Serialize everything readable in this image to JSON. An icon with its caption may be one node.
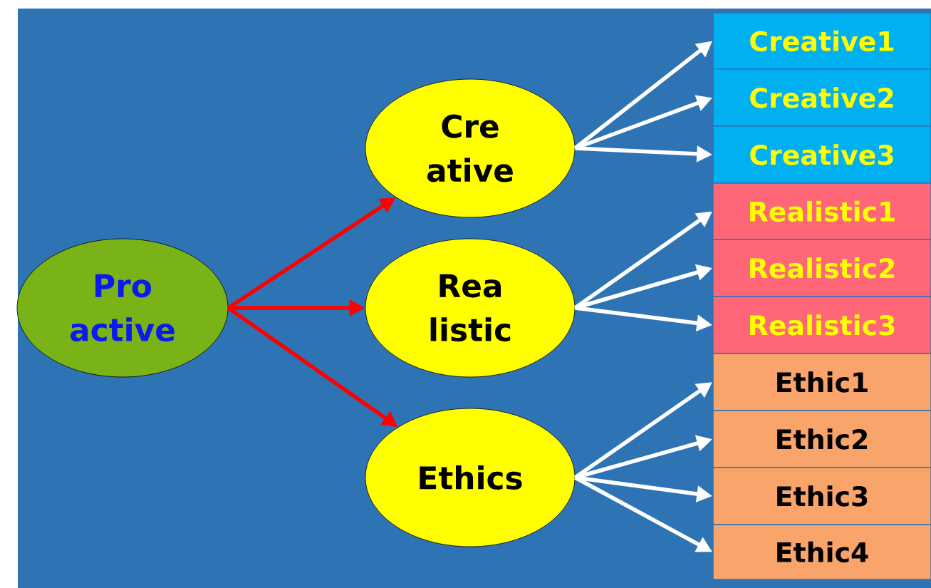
{
  "diagram": {
    "nodes": [
      {
        "text": [
          "Pro active"
        ]
      },
      {
        "text": [
          "Cre ative"
        ]
      },
      {
        "text": [
          "Rea listic"
        ]
      },
      {
        "text": [
          "Ethics"
        ]
      },
      {
        "text": [
          "Creative1"
        ]
      },
      {
        "text": [
          "Creative2"
        ]
      },
      {
        "text": [
          "Creative3"
        ]
      },
      {
        "text": [
          "Realistic1"
        ]
      },
      {
        "text": [
          "Realistic2"
        ]
      },
      {
        "text": [
          "Realistic3"
        ]
      },
      {
        "text": [
          "Ethic1"
        ]
      },
      {
        "text": [
          "Ethic2"
        ]
      },
      {
        "text": [
          "Ethic3"
        ]
      },
      {
        "text": [
          "Ethic4"
        ]
      }
    ],
    "edges": [
      {
        "from": 0,
        "to": 1,
        "arrow": "to",
        "color": "#ff0000"
      },
      {
        "from": 0,
        "to": 2,
        "arrow": "to",
        "color": "#ff0000"
      },
      {
        "from": 0,
        "to": 3,
        "arrow": "to",
        "color": "#ff0000"
      },
      {
        "from": 1,
        "to": 4,
        "arrow": "to"
      },
      {
        "from": 1,
        "to": 5,
        "arrow": "to"
      },
      {
        "from": 1,
        "to": 6,
        "arrow": "to"
      },
      {
        "from": 2,
        "to": 7,
        "arrow": "to"
      },
      {
        "from": 2,
        "to": 8,
        "arrow": "to"
      },
      {
        "from": 2,
        "to": 9,
        "arrow": "to"
      },
      {
        "from": 3,
        "to": 10,
        "arrow": "to"
      },
      {
        "from": 3,
        "to": 11,
        "arrow": "to"
      },
      {
        "from": 3,
        "to": 12,
        "arrow": "to"
      },
      {
        "from": 3,
        "to": 13,
        "arrow": "to"
      }
    ]
  }
}
